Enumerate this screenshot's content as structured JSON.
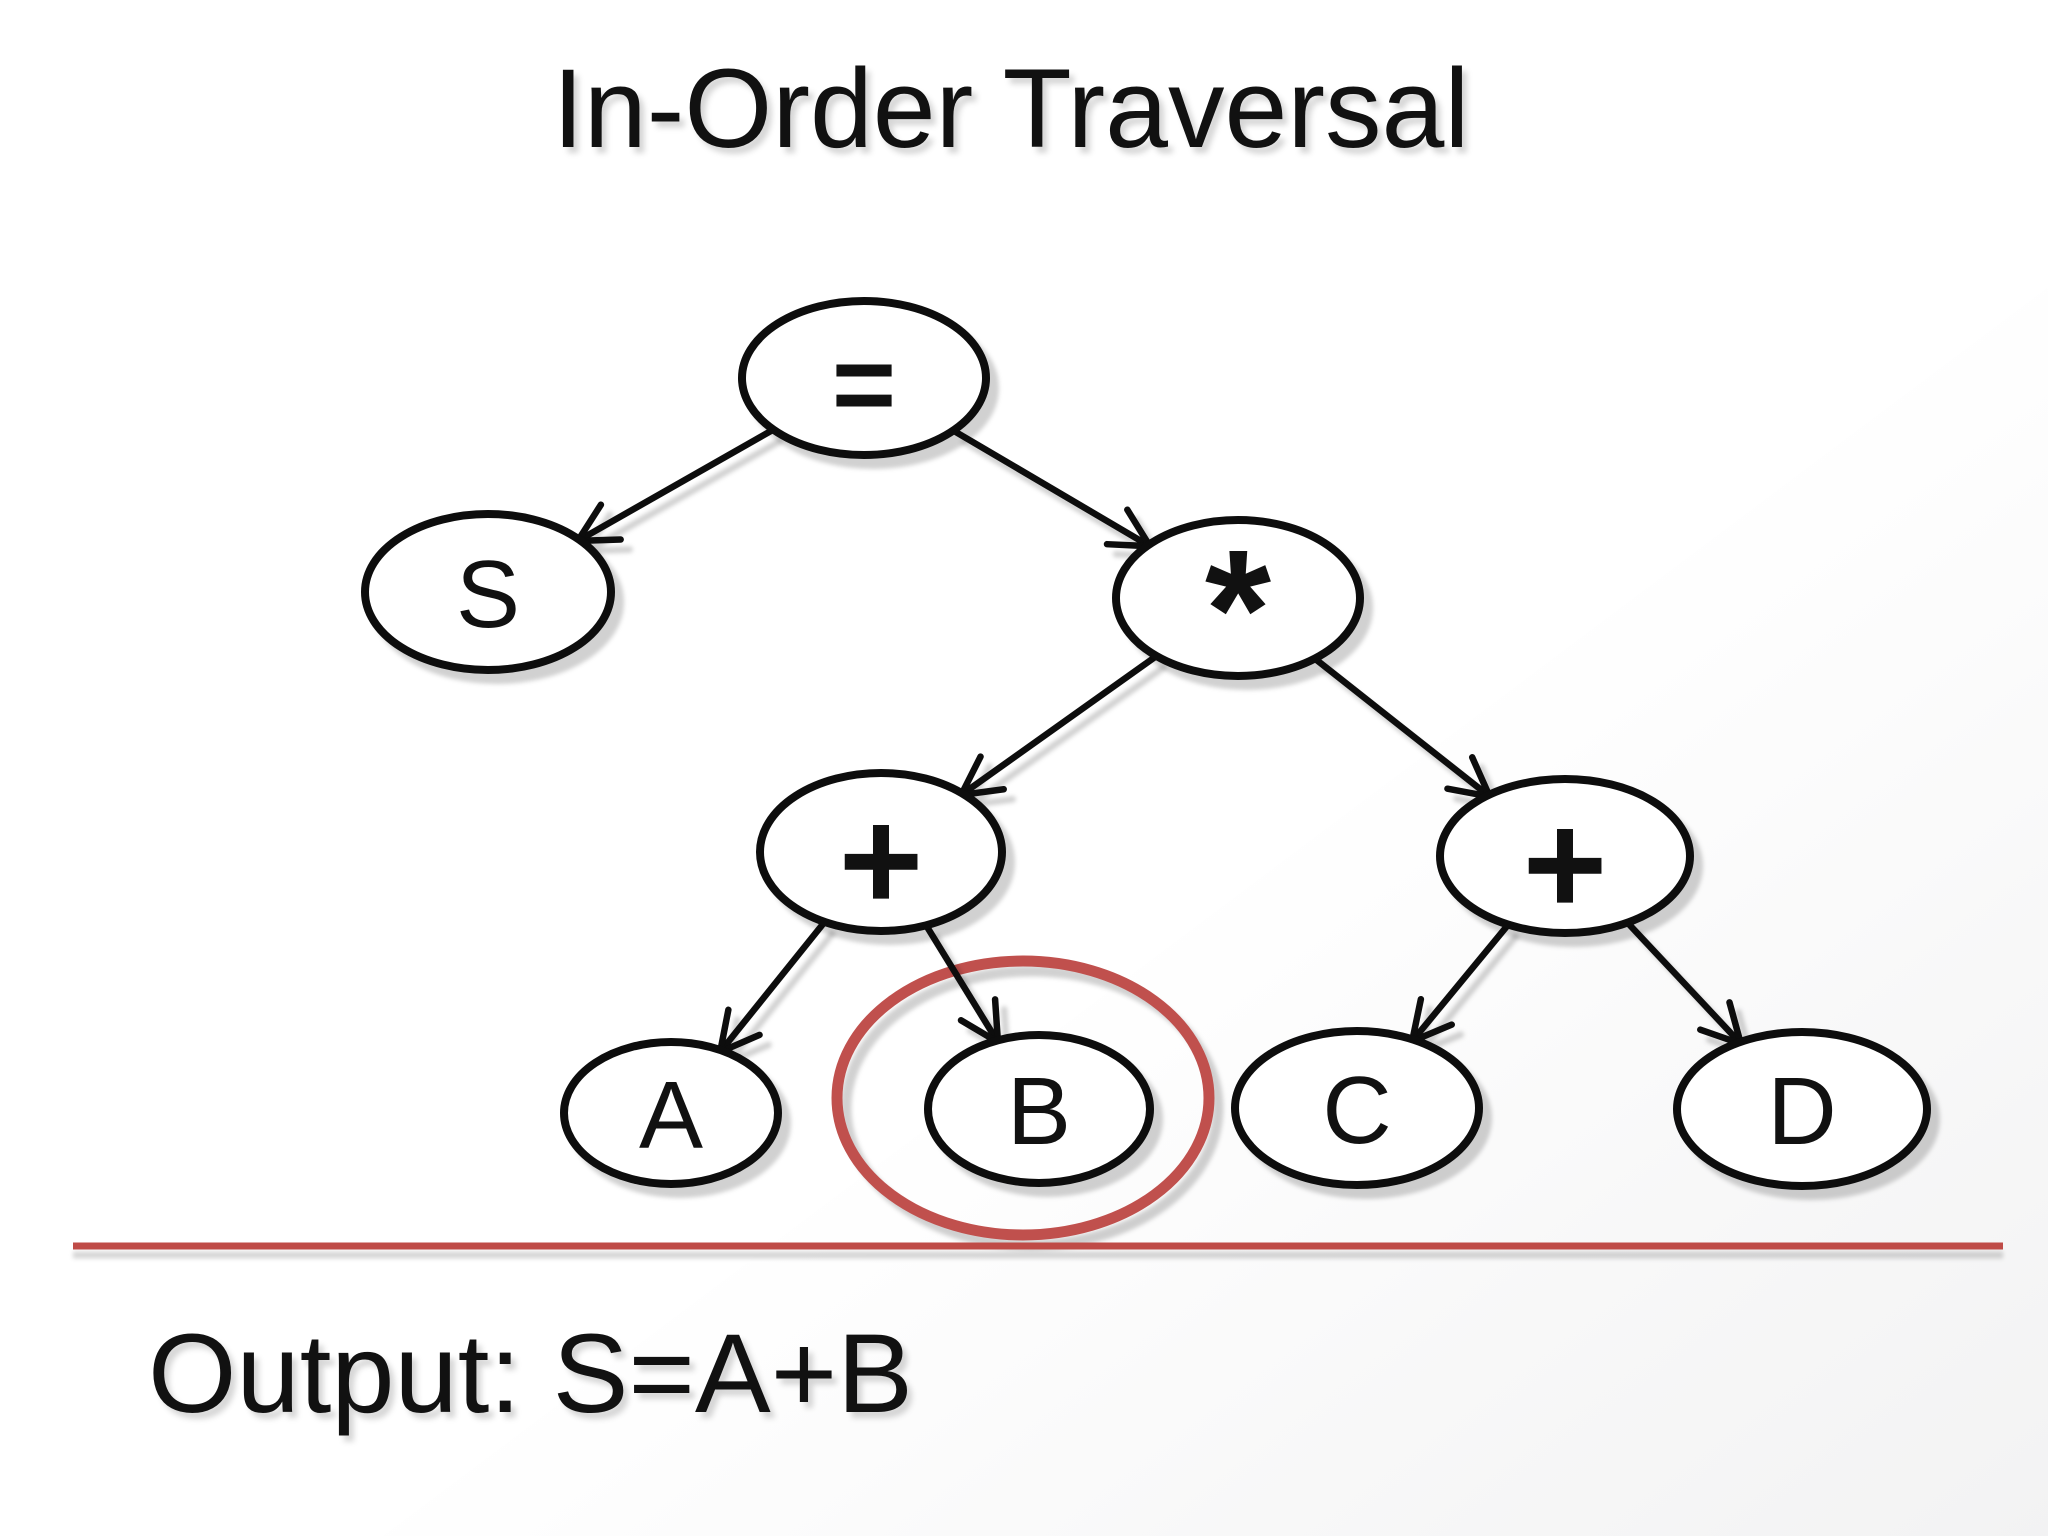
{
  "slide": {
    "title": "In-Order Traversal",
    "output_text": "Output: S=A+B"
  },
  "colors": {
    "ink": "#111111",
    "node_stroke": "#0d0d0d",
    "highlight_red": "#c0504d",
    "divider_red": "#bf4b47"
  },
  "tree": {
    "type": "binary-expression-tree",
    "nodes": [
      {
        "id": "eq",
        "label": "="
      },
      {
        "id": "s",
        "label": "S"
      },
      {
        "id": "times",
        "label": "*"
      },
      {
        "id": "plus1",
        "label": "+"
      },
      {
        "id": "plus2",
        "label": "+"
      },
      {
        "id": "a",
        "label": "A"
      },
      {
        "id": "b",
        "label": "B"
      },
      {
        "id": "c",
        "label": "C"
      },
      {
        "id": "d",
        "label": "D"
      }
    ],
    "edges": [
      {
        "from": "eq",
        "to": "s"
      },
      {
        "from": "eq",
        "to": "times"
      },
      {
        "from": "times",
        "to": "plus1"
      },
      {
        "from": "times",
        "to": "plus2"
      },
      {
        "from": "plus1",
        "to": "a"
      },
      {
        "from": "plus1",
        "to": "b"
      },
      {
        "from": "plus2",
        "to": "c"
      },
      {
        "from": "plus2",
        "to": "d"
      }
    ],
    "highlighted_node": "b"
  }
}
